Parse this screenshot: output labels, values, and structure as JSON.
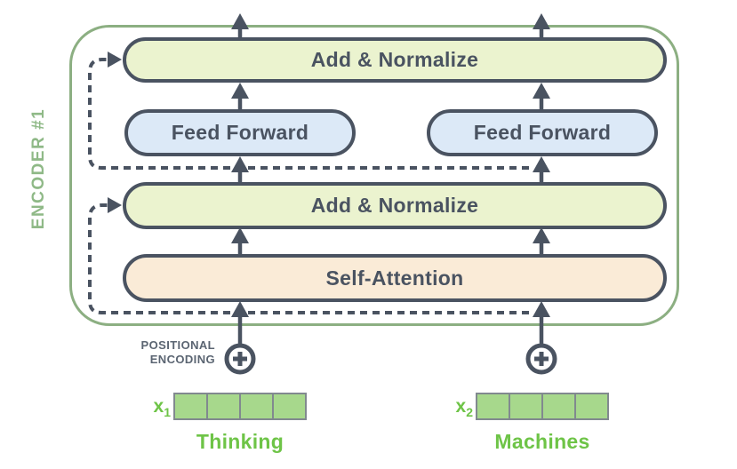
{
  "encoder": {
    "label": "ENCODER #1",
    "add_normalize_top": "Add & Normalize",
    "feed_forward_left": "Feed Forward",
    "feed_forward_right": "Feed Forward",
    "add_normalize_bottom": "Add & Normalize",
    "self_attention": "Self-Attention"
  },
  "positional_encoding": {
    "line1": "POSITIONAL",
    "line2": "ENCODING"
  },
  "inputs": [
    {
      "symbol": "x",
      "subscript": "1",
      "word": "Thinking",
      "cells": 4
    },
    {
      "symbol": "x",
      "subscript": "2",
      "word": "Machines",
      "cells": 4
    }
  ],
  "colors": {
    "outline_and_text_slate": "#4A5361",
    "encoder_border_green": "#8CAF82",
    "encoder_label_green": "#8FB987",
    "add_normalize_fill": "#EBF3CF",
    "feed_forward_fill": "#DCE9F7",
    "self_attention_fill": "#FAEBD7",
    "vector_cell_green": "#A7D88C",
    "vector_cell_border": "#81898F",
    "word_label_green": "#6EC447",
    "positional_text_gray": "#5B6572"
  }
}
